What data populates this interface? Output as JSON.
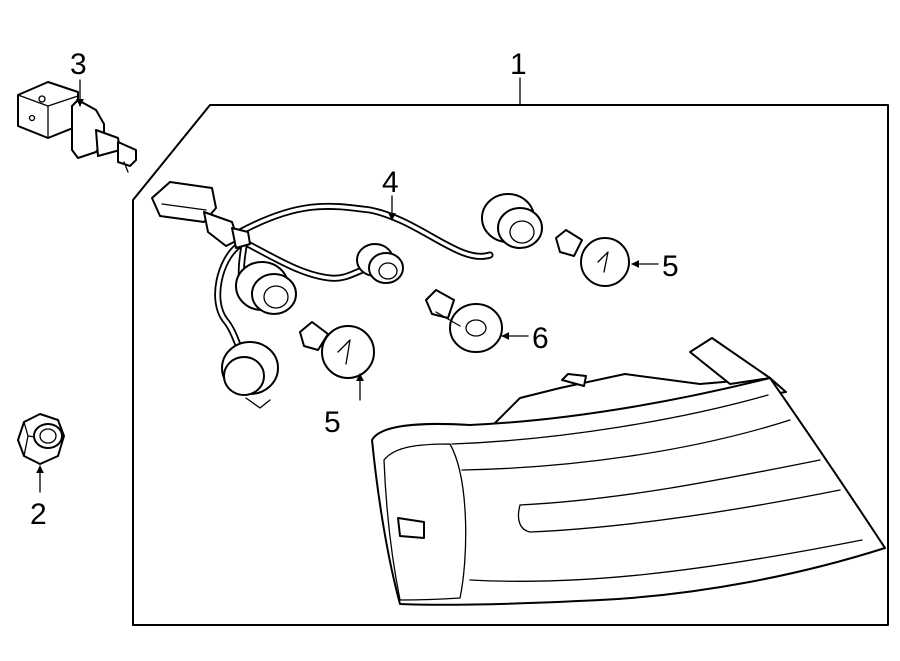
{
  "callouts": {
    "c1": "1",
    "c2": "2",
    "c3": "3",
    "c4": "4",
    "c5a": "5",
    "c5b": "5",
    "c6": "6"
  },
  "colors": {
    "line": "#000000",
    "background": "#ffffff"
  }
}
